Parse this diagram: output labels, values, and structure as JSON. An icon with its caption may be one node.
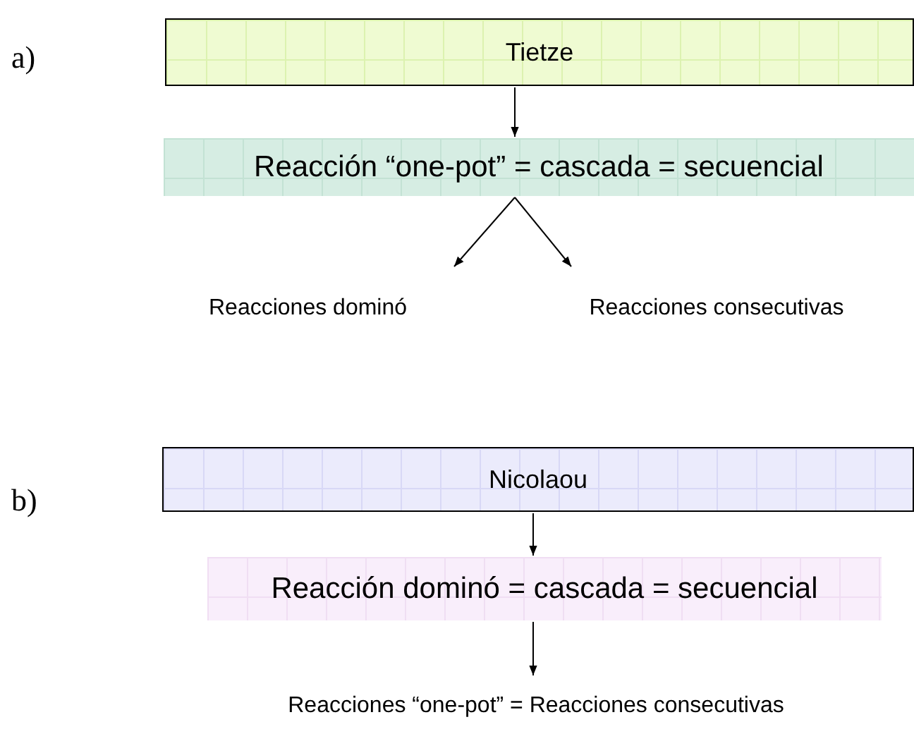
{
  "diagram": {
    "nodes": [
      {
        "text": [
          "Tietze"
        ]
      },
      {
        "text": [
          "Reacción “one-pot” = cascada = secuencial"
        ]
      },
      {
        "text": [
          "Reacciones dominó"
        ]
      },
      {
        "text": [
          "Reacciones consecutivas"
        ]
      },
      {
        "text": [
          "Nicolaou"
        ]
      },
      {
        "text": [
          "Reacción dominó = cascada = secuencial"
        ]
      },
      {
        "text": [
          "Reacciones “one-pot” = Reacciones consecutivas"
        ]
      }
    ],
    "edges": [
      {
        "from": 0,
        "to": 1,
        "arrow": "to"
      },
      {
        "from": 1,
        "to": 2,
        "arrow": "to"
      },
      {
        "from": 1,
        "to": 3,
        "arrow": "to"
      },
      {
        "from": 4,
        "to": 5,
        "arrow": "to"
      },
      {
        "from": 5,
        "to": 6,
        "arrow": "to"
      }
    ],
    "labels": [
      "a)",
      "b)"
    ]
  }
}
